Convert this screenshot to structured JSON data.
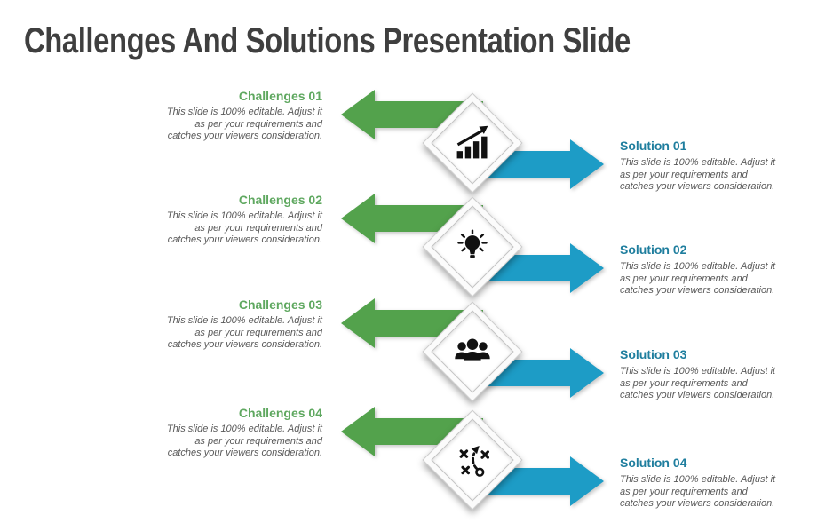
{
  "title": "Challenges And Solutions Presentation Slide",
  "colors": {
    "green_arrow": "#53A24C",
    "green_title_text": "#5FA860",
    "blue_arrow": "#1D9CC6",
    "blue_title_text": "#1F7E9E",
    "body_text": "#595959",
    "title_text": "#3F3F3F"
  },
  "rows": [
    {
      "icon": "growth-chart",
      "challenge": {
        "title": "Challenges 01",
        "lines": [
          "This slide is 100% editable. Adjust it",
          "as per your requirements and",
          "catches your viewers consideration."
        ]
      },
      "solution": {
        "title": "Solution 01",
        "lines": [
          "This slide is 100% editable. Adjust it",
          "as per your requirements and",
          "catches your viewers consideration."
        ]
      }
    },
    {
      "icon": "lightbulb",
      "challenge": {
        "title": "Challenges 02",
        "lines": [
          "This slide is 100% editable. Adjust it",
          "as per your requirements and",
          "catches your viewers consideration."
        ]
      },
      "solution": {
        "title": "Solution 02",
        "lines": [
          "This slide is 100% editable. Adjust it",
          "as per your requirements and",
          "catches your viewers consideration."
        ]
      }
    },
    {
      "icon": "team",
      "challenge": {
        "title": "Challenges 03",
        "lines": [
          "This slide is 100% editable. Adjust it",
          "as per your requirements and",
          "catches your viewers consideration."
        ]
      },
      "solution": {
        "title": "Solution 03",
        "lines": [
          "This slide is 100% editable. Adjust it",
          "as per your requirements and",
          "catches your viewers consideration."
        ]
      }
    },
    {
      "icon": "strategy",
      "challenge": {
        "title": "Challenges 04",
        "lines": [
          "This slide is 100% editable. Adjust it",
          "as per your requirements and",
          "catches your viewers consideration."
        ]
      },
      "solution": {
        "title": "Solution 04",
        "lines": [
          "This slide is 100% editable. Adjust it",
          "as per your requirements and",
          "catches your viewers consideration."
        ]
      }
    }
  ]
}
